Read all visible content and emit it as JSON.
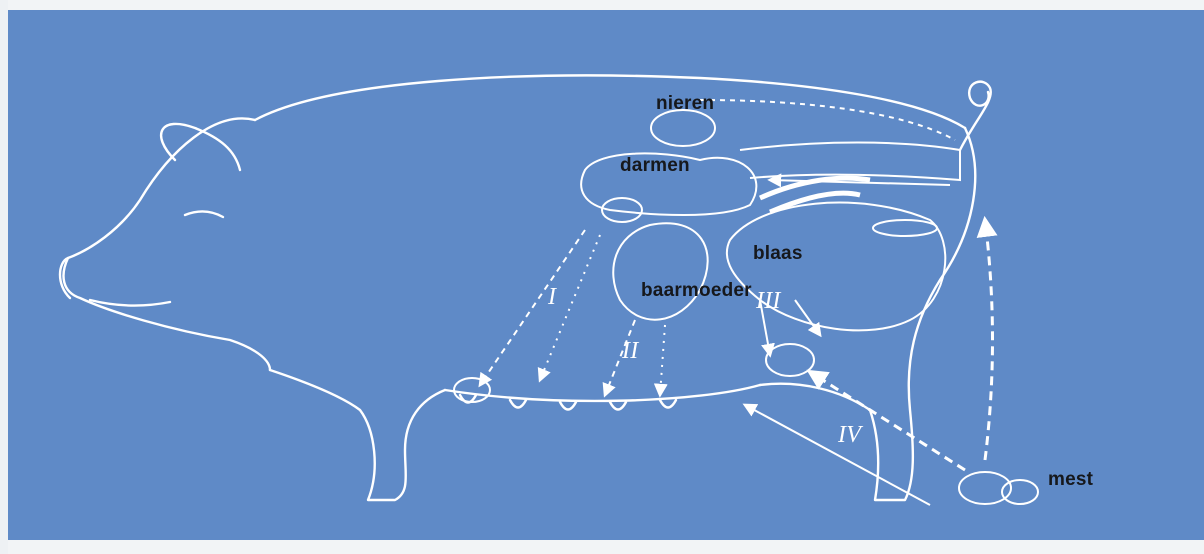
{
  "labels": {
    "nieren": "nieren",
    "darmen": "darmen",
    "blaas": "blaas",
    "baarmoeder": "baarmoeder",
    "mest": "mest"
  },
  "route_numerals": {
    "one": "I",
    "two": "II",
    "three": "III",
    "four": "IV"
  },
  "colors": {
    "background": "#5f8ac7",
    "line": "#ffffff",
    "label_text": "#16181c"
  }
}
